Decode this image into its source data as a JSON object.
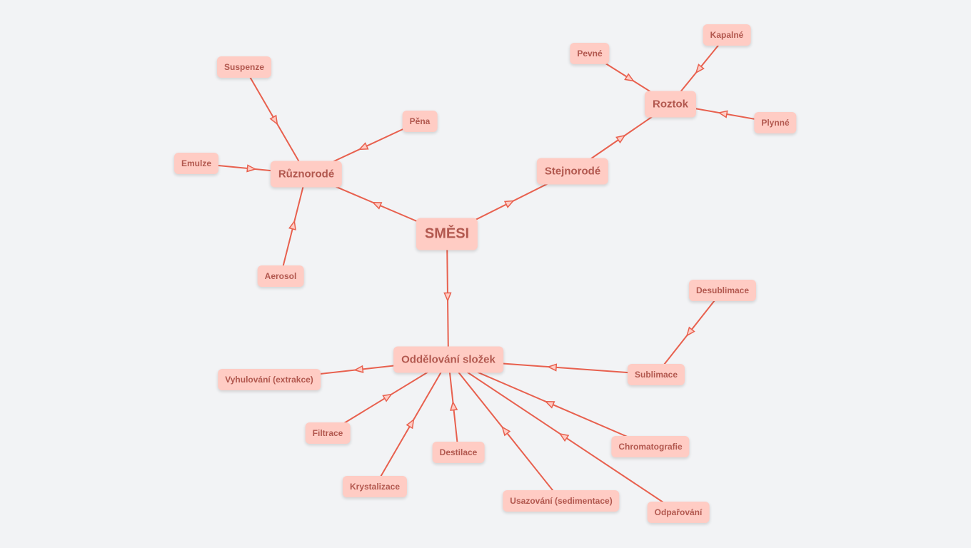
{
  "diagram": {
    "type": "concept-map",
    "edge_color": "#e8604e",
    "node_fill": "#ffccc4",
    "node_text_color": "#b2584f",
    "background": "#f2f3f5",
    "nodes": {
      "smesi": "SMĚSI",
      "ruznorode": "Různorodé",
      "stejnorode": "Stejnorodé",
      "roztok": "Roztok",
      "pevne": "Pevné",
      "kapalne": "Kapalné",
      "plynne": "Plynné",
      "suspenze": "Suspenze",
      "pena": "Pěna",
      "emulze": "Emulze",
      "aerosol": "Aerosol",
      "oddelovani": "Oddělování složek",
      "vyhulovani": "Vyhulování (extrakce)",
      "filtrace": "Filtrace",
      "krystalizace": "Krystalizace",
      "destilace": "Destilace",
      "usazovani": "Usazování (sedimentace)",
      "odparovani": "Odpařování",
      "chromatografie": "Chromatografie",
      "sublimace": "Sublimace",
      "desublimace": "Desublimace"
    },
    "edges": [
      [
        "smesi",
        "ruznorode"
      ],
      [
        "smesi",
        "stejnorode"
      ],
      [
        "smesi",
        "oddelovani"
      ],
      [
        "stejnorode",
        "roztok"
      ],
      [
        "pevne",
        "roztok"
      ],
      [
        "kapalne",
        "roztok"
      ],
      [
        "plynne",
        "roztok"
      ],
      [
        "suspenze",
        "ruznorode"
      ],
      [
        "pena",
        "ruznorode"
      ],
      [
        "emulze",
        "ruznorode"
      ],
      [
        "aerosol",
        "ruznorode"
      ],
      [
        "oddelovani",
        "vyhulovani"
      ],
      [
        "filtrace",
        "oddelovani"
      ],
      [
        "krystalizace",
        "oddelovani"
      ],
      [
        "destilace",
        "oddelovani"
      ],
      [
        "usazovani",
        "oddelovani"
      ],
      [
        "odparovani",
        "oddelovani"
      ],
      [
        "chromatografie",
        "oddelovani"
      ],
      [
        "sublimace",
        "oddelovani"
      ],
      [
        "desublimace",
        "sublimace"
      ]
    ]
  }
}
